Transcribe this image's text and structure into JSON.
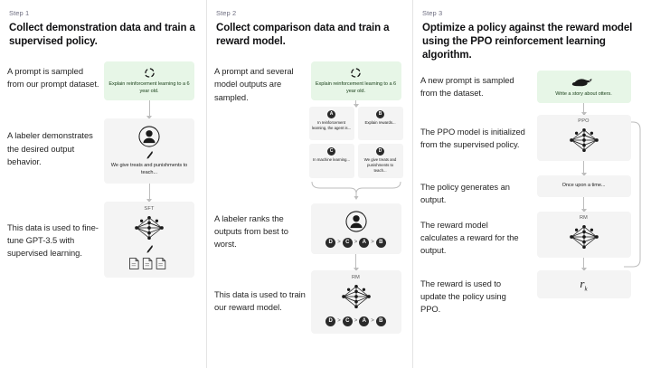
{
  "meta": {
    "accent_green": "#e7f6e7",
    "card_gray": "#f4f4f4",
    "arrow_gray": "#bdbdbd",
    "background": "#ffffff"
  },
  "steps": [
    {
      "label": "Step 1",
      "title": "Collect demonstration data and train a supervised policy.",
      "rows": [
        {
          "caption": "A prompt is sampled from our prompt dataset.",
          "icon": "recycle-icon",
          "card_text": "Explain reinforcement learning to a 6 year old.",
          "card_style": "green"
        },
        {
          "caption": "A labeler demonstrates the desired output behavior.",
          "icon": "labeler-person-icon",
          "card_text": "We give treats and punishments to teach...",
          "card_style": "gray"
        },
        {
          "caption": "This data is used to fine-tune GPT-3.5 with supervised learning.",
          "tag": "SFT",
          "icon": "neural-network-icon",
          "card_text": "",
          "card_style": "gray"
        }
      ]
    },
    {
      "label": "Step 2",
      "title": "Collect comparison data and train a reward model.",
      "rows": [
        {
          "caption": "A prompt and several model outputs are sampled.",
          "icon": "recycle-icon",
          "card_text": "Explain reinforcement learning to a 6 year old.",
          "card_style": "green"
        },
        {
          "caption": "A labeler ranks the outputs from best to worst.",
          "icon": "labeler-person-icon",
          "card_style": "gray"
        },
        {
          "caption": "This data is used to train our reward model.",
          "tag": "RM",
          "icon": "neural-network-icon",
          "card_style": "gray"
        }
      ],
      "outputs": [
        {
          "badge": "A",
          "text": "In reinforcement learning, the agent is..."
        },
        {
          "badge": "B",
          "text": "Explain rewards..."
        },
        {
          "badge": "C",
          "text": "In machine learning..."
        },
        {
          "badge": "D",
          "text": "We give treats and punishments to teach..."
        }
      ],
      "ranking": [
        "D",
        "C",
        "A",
        "B"
      ],
      "ranking_separator": ">"
    },
    {
      "label": "Step 3",
      "title": "Optimize a policy against the reward model using the PPO reinforcement learning algorithm.",
      "rows": [
        {
          "caption": "A new prompt is sampled from the dataset.",
          "icon": "otter-icon",
          "card_text": "Write a story about otters.",
          "card_style": "green"
        },
        {
          "caption": "The PPO model is initialized from the supervised policy.",
          "tag": "PPO",
          "icon": "neural-network-icon",
          "card_style": "gray"
        },
        {
          "caption": "The policy generates an output.",
          "card_text": "Once upon a time...",
          "card_style": "gray"
        },
        {
          "caption": "The reward model calculates a reward for the output.",
          "tag": "RM",
          "icon": "neural-network-icon",
          "card_style": "gray"
        },
        {
          "caption": "The reward is used to update the policy using PPO.",
          "reward_symbol": "r",
          "reward_subscript": "k",
          "card_style": "gray"
        }
      ]
    }
  ]
}
